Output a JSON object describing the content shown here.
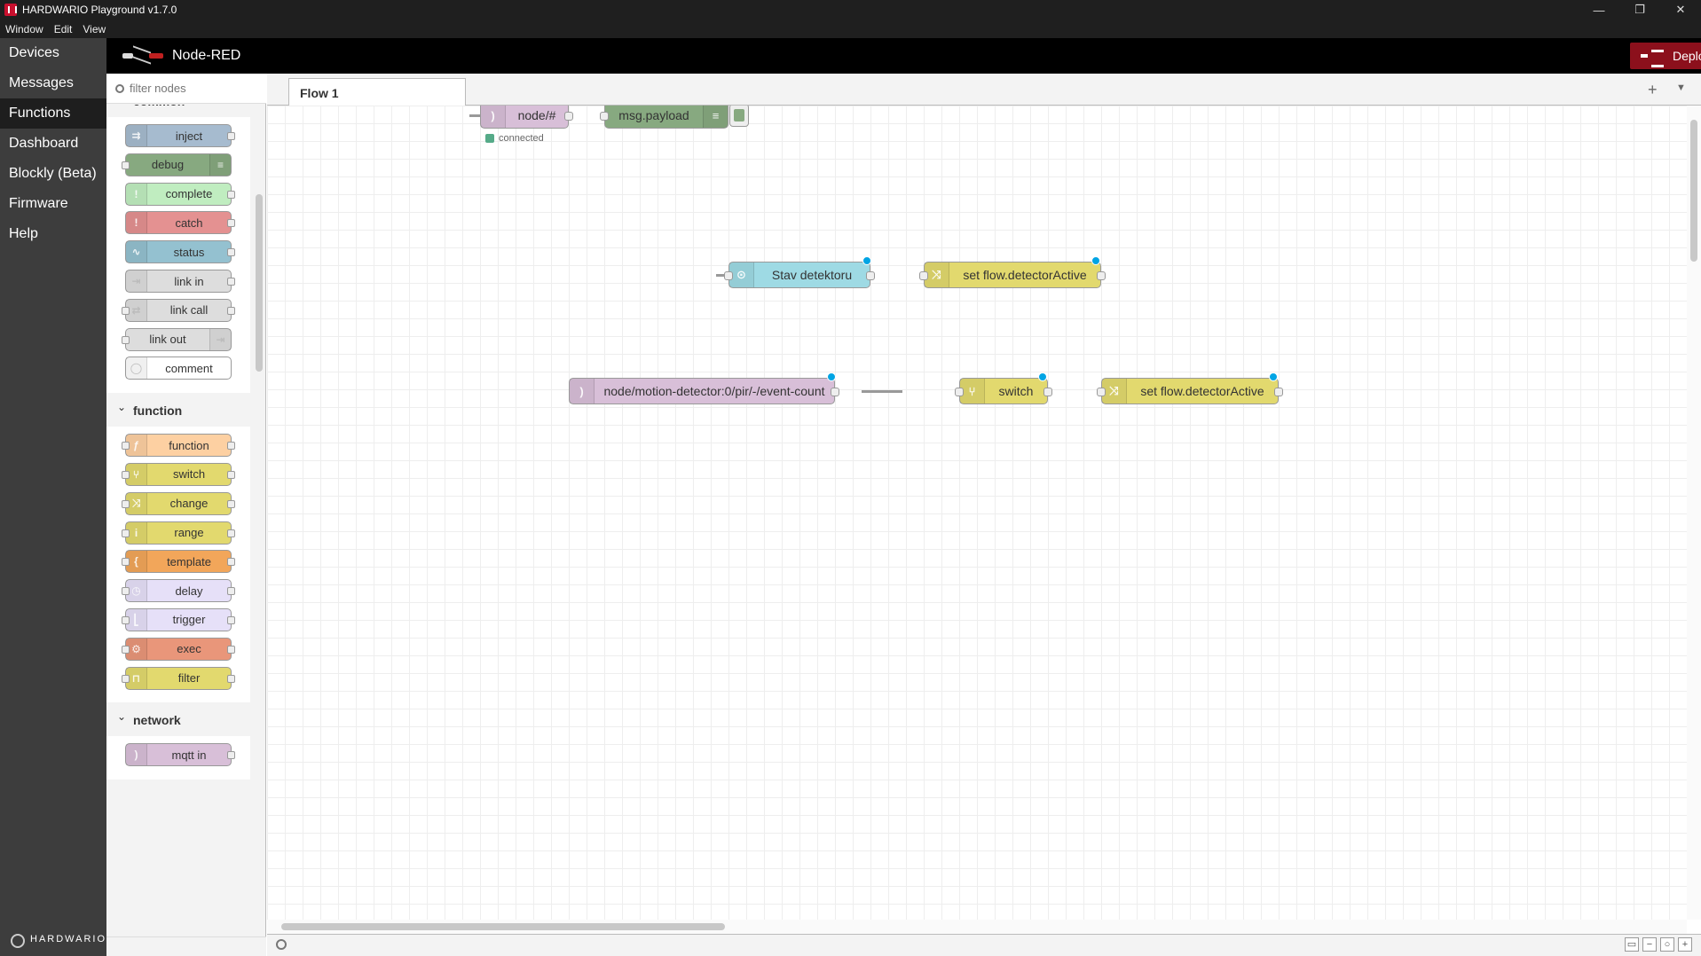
{
  "window": {
    "title": "HARDWARIO Playground v1.7.0",
    "controls": [
      "—",
      "❐",
      "✕"
    ]
  },
  "menu": [
    "Window",
    "Edit",
    "View"
  ],
  "app_nav": {
    "items": [
      "Devices",
      "Messages",
      "Functions",
      "Dashboard",
      "Blockly (Beta)",
      "Firmware",
      "Help"
    ],
    "active": "Functions",
    "brand": "HARDWARIO"
  },
  "nodered": {
    "title": "Node-RED",
    "deploy_label": "Deploy"
  },
  "palette": {
    "search_placeholder": "filter nodes",
    "categories": [
      {
        "name": "common",
        "nodes": [
          {
            "label": "inject",
            "color": "#a6bbcf",
            "icon": "⇉",
            "in": false,
            "out": true
          },
          {
            "label": "debug",
            "color": "#87a980",
            "icon": "≡",
            "in": true,
            "out": false,
            "icon_right": true
          },
          {
            "label": "complete",
            "color": "#c0edc0",
            "icon": "!",
            "in": false,
            "out": true
          },
          {
            "label": "catch",
            "color": "#e49191",
            "icon": "!",
            "in": false,
            "out": true
          },
          {
            "label": "status",
            "color": "#94c1d0",
            "icon": "∿",
            "in": false,
            "out": true
          },
          {
            "label": "link in",
            "color": "#dddddd",
            "icon": "⇥",
            "in": false,
            "out": true
          },
          {
            "label": "link call",
            "color": "#dddddd",
            "icon": "⇄",
            "in": true,
            "out": true
          },
          {
            "label": "link out",
            "color": "#dddddd",
            "icon": "⇥",
            "in": true,
            "out": false,
            "icon_right": true
          },
          {
            "label": "comment",
            "color": "#ffffff",
            "icon": "◯",
            "in": false,
            "out": false
          }
        ]
      },
      {
        "name": "function",
        "nodes": [
          {
            "label": "function",
            "color": "#fdd0a2",
            "icon": "ƒ",
            "in": true,
            "out": true
          },
          {
            "label": "switch",
            "color": "#e2d96e",
            "icon": "⑂",
            "in": true,
            "out": true
          },
          {
            "label": "change",
            "color": "#e2d96e",
            "icon": "⤨",
            "in": true,
            "out": true
          },
          {
            "label": "range",
            "color": "#e2d96e",
            "icon": "i",
            "in": true,
            "out": true
          },
          {
            "label": "template",
            "color": "#f2a65a",
            "icon": "{",
            "in": true,
            "out": true
          },
          {
            "label": "delay",
            "color": "#e6e0f8",
            "icon": "◷",
            "in": true,
            "out": true
          },
          {
            "label": "trigger",
            "color": "#e6e0f8",
            "icon": "⎣",
            "in": true,
            "out": true
          },
          {
            "label": "exec",
            "color": "#e9967a",
            "icon": "⚙",
            "in": true,
            "out": true
          },
          {
            "label": "filter",
            "color": "#e2d96e",
            "icon": "⊓",
            "in": true,
            "out": true
          }
        ]
      },
      {
        "name": "network",
        "nodes": [
          {
            "label": "mqtt in",
            "color": "#d8bfd8",
            "icon": ")",
            "in": false,
            "out": true
          }
        ]
      }
    ]
  },
  "workspace": {
    "tab_label": "Flow 1",
    "nodes": {
      "mqtt_node": {
        "label": "node/#",
        "status": "connected"
      },
      "debug_node": {
        "label": "msg.payload"
      },
      "stav_node": {
        "label": "Stav detektoru"
      },
      "set1_node": {
        "label": "set flow.detectorActive"
      },
      "mqtt2_node": {
        "label": "node/motion-detector:0/pir/-/event-count"
      },
      "switch_node": {
        "label": "switch"
      },
      "set2_node": {
        "label": "set flow.detectorActive"
      }
    }
  }
}
